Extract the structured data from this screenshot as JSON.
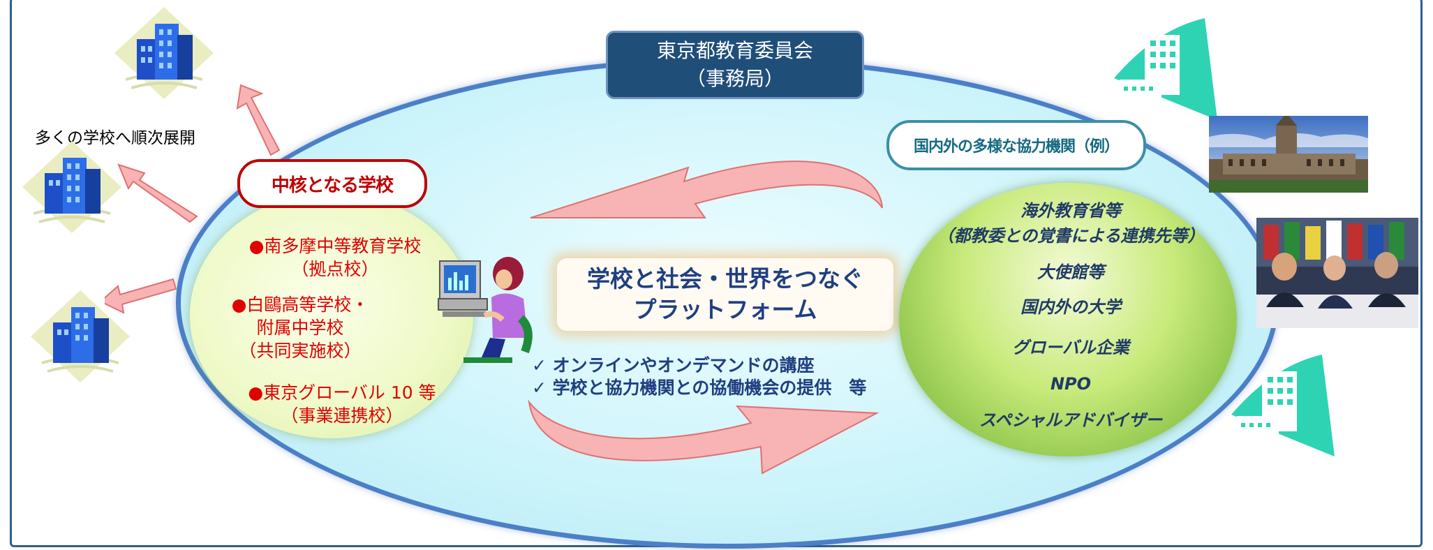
{
  "board": {
    "line1": "東京都教育委員会",
    "line2": "（事務局）"
  },
  "expand_label": "多くの学校へ順次展開",
  "core": {
    "label": "中核となる学校",
    "schools": [
      {
        "line1": "●南多摩中等教育学校",
        "line2": "（拠点校）"
      },
      {
        "line1": "●白鷗高等学校・",
        "line2": "附属中学校",
        "line3": "（共同実施校）"
      },
      {
        "line1": "●東京グローバル 10 等",
        "line2": "（事業連携校）"
      }
    ]
  },
  "platform": {
    "line1": "学校と社会・世界をつなぐ",
    "line2": "プラットフォーム"
  },
  "features": [
    "✓  オンラインやオンデマンドの講座",
    "✓  学校と協力機関との協働機会の提供　等"
  ],
  "partners": {
    "label": "国内外の多様な協力機関（例）",
    "items": [
      "海外教育省等",
      "（都教委との覚書による連携先等）",
      "大使館等",
      "国内外の大学",
      "グローバル企業",
      "NPO",
      "スペシャルアドバイザー"
    ]
  },
  "colors": {
    "frame": "#2e5f8f",
    "board_bg": "#1f4e79",
    "core_red": "#c00000",
    "school_text": "#e00000",
    "partner_border": "#3b8fa6",
    "platform_text": "#1f3f80",
    "arrow_fill": "#f8b4b4",
    "teal_building": "#2ed3b4"
  }
}
